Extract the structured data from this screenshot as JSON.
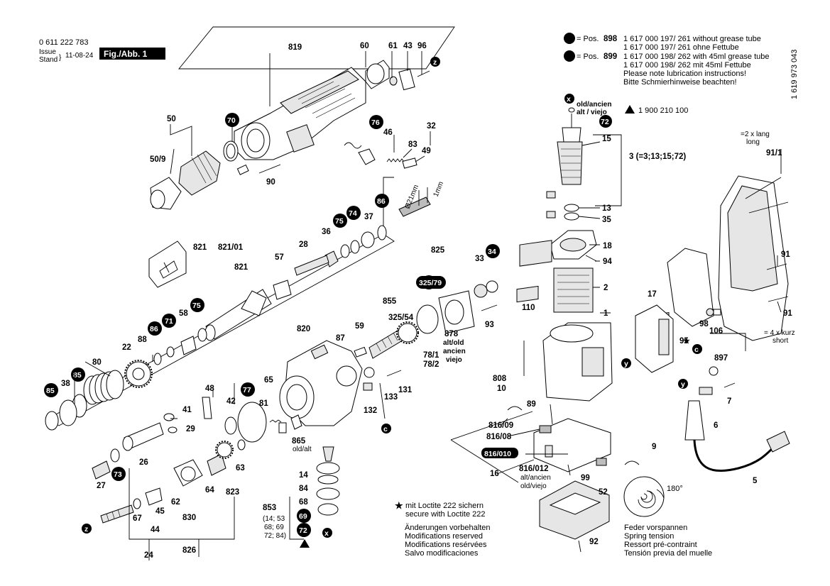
{
  "header": {
    "doc_number": "0 611 222 783",
    "issue_label": "Issue",
    "stand_label": "Stand",
    "issue_date": "11-08-24",
    "fig_label": "Fig./Abb. 1",
    "side_code": "1 619 973 043"
  },
  "grease_notes": [
    {
      "pos_prefix": "= Pos.",
      "pos": "898",
      "line1": "1 617 000 197/ 261 without grease tube",
      "line2": "1 617 000 197/ 261 ohne Fettube"
    },
    {
      "pos_prefix": "= Pos.",
      "pos": "899",
      "line1": "1 617 000 198/ 262 with 45ml grease tube",
      "line2": "1 617 000 198/ 262 mit 45ml Fettube"
    }
  ],
  "lubrication_note": [
    "Please note lubrication instructions!",
    "Bitte Schmierhinweise beachten!"
  ],
  "old_new": {
    "label": "old/ancien\nalt / viejo",
    "old_line1": "old/ancien",
    "old_line2": "alt / viejo",
    "triangle_ref": "1 900 210 100"
  },
  "loctite_note": [
    "mit Loctite 222 sichern",
    "secure with Loctite 222"
  ],
  "changes_note": [
    "Änderungen vorbehalten",
    "Modifications reserved",
    "Modifications resérvées",
    "Salvo modificaciones"
  ],
  "spring_note": [
    "Feder vorspannen",
    "Spring tension",
    "Ressort pré-contraint",
    "Tensión previa del muelle"
  ],
  "rotation": "180°",
  "screw_notes": {
    "long": [
      "=2 x lang",
      "long"
    ],
    "short": [
      "= 4 x kurz",
      "short"
    ]
  },
  "diameter_label": "Ø21mm",
  "gap_label": "1mm",
  "group_labels": {
    "g3": "3 (=3;13;15;72)",
    "g853": [
      "853",
      "(14; 53",
      "68; 69",
      "72; 84)"
    ],
    "g878": [
      "878",
      "alt/old",
      "ancien",
      "viejo"
    ],
    "g865": [
      "865",
      "old/alt"
    ],
    "g816_012": [
      "816/012",
      "alt/ancien",
      "old/viejo"
    ]
  },
  "callouts": [
    {
      "id": "819"
    },
    {
      "id": "60"
    },
    {
      "id": "61"
    },
    {
      "id": "43"
    },
    {
      "id": "96"
    },
    {
      "id": "50"
    },
    {
      "id": "50/9"
    },
    {
      "id": "90"
    },
    {
      "id": "46"
    },
    {
      "id": "32"
    },
    {
      "id": "83"
    },
    {
      "id": "49"
    },
    {
      "id": "37"
    },
    {
      "id": "36"
    },
    {
      "id": "28"
    },
    {
      "id": "57"
    },
    {
      "id": "821"
    },
    {
      "id": "821/01"
    },
    {
      "id": "825"
    },
    {
      "id": "33"
    },
    {
      "id": "855"
    },
    {
      "id": "325/54"
    },
    {
      "id": "78/1"
    },
    {
      "id": "78/2"
    },
    {
      "id": "93"
    },
    {
      "id": "58"
    },
    {
      "id": "88"
    },
    {
      "id": "22"
    },
    {
      "id": "80"
    },
    {
      "id": "38"
    },
    {
      "id": "820"
    },
    {
      "id": "87"
    },
    {
      "id": "59"
    },
    {
      "id": "48"
    },
    {
      "id": "65"
    },
    {
      "id": "42"
    },
    {
      "id": "41"
    },
    {
      "id": "29"
    },
    {
      "id": "81"
    },
    {
      "id": "131"
    },
    {
      "id": "133"
    },
    {
      "id": "132"
    },
    {
      "id": "26"
    },
    {
      "id": "27"
    },
    {
      "id": "63"
    },
    {
      "id": "64"
    },
    {
      "id": "62"
    },
    {
      "id": "823"
    },
    {
      "id": "830"
    },
    {
      "id": "67"
    },
    {
      "id": "45"
    },
    {
      "id": "44"
    },
    {
      "id": "24"
    },
    {
      "id": "826"
    },
    {
      "id": "14"
    },
    {
      "id": "84"
    },
    {
      "id": "68"
    },
    {
      "id": "15"
    },
    {
      "id": "13"
    },
    {
      "id": "35"
    },
    {
      "id": "18"
    },
    {
      "id": "94"
    },
    {
      "id": "2"
    },
    {
      "id": "1"
    },
    {
      "id": "110"
    },
    {
      "id": "808"
    },
    {
      "id": "10"
    },
    {
      "id": "89"
    },
    {
      "id": "816/09"
    },
    {
      "id": "816/08"
    },
    {
      "id": "16"
    },
    {
      "id": "99"
    },
    {
      "id": "52"
    },
    {
      "id": "92"
    },
    {
      "id": "17"
    },
    {
      "id": "95"
    },
    {
      "id": "98"
    },
    {
      "id": "106"
    },
    {
      "id": "897"
    },
    {
      "id": "91/1"
    },
    {
      "id": "91"
    },
    {
      "id": "7"
    },
    {
      "id": "6"
    },
    {
      "id": "5"
    },
    {
      "id": "9"
    }
  ],
  "badges": [
    {
      "id": "70"
    },
    {
      "id": "76"
    },
    {
      "id": "86"
    },
    {
      "id": "74"
    },
    {
      "id": "75"
    },
    {
      "id": "325/79"
    },
    {
      "id": "34"
    },
    {
      "id": "86"
    },
    {
      "id": "71"
    },
    {
      "id": "75"
    },
    {
      "id": "85"
    },
    {
      "id": "85"
    },
    {
      "id": "77"
    },
    {
      "id": "73"
    },
    {
      "id": "69"
    },
    {
      "id": "72"
    },
    {
      "id": "72"
    },
    {
      "id": "816/010"
    }
  ],
  "letter_marks": [
    "z",
    "z",
    "x",
    "x",
    "y",
    "y",
    "c",
    "c"
  ]
}
